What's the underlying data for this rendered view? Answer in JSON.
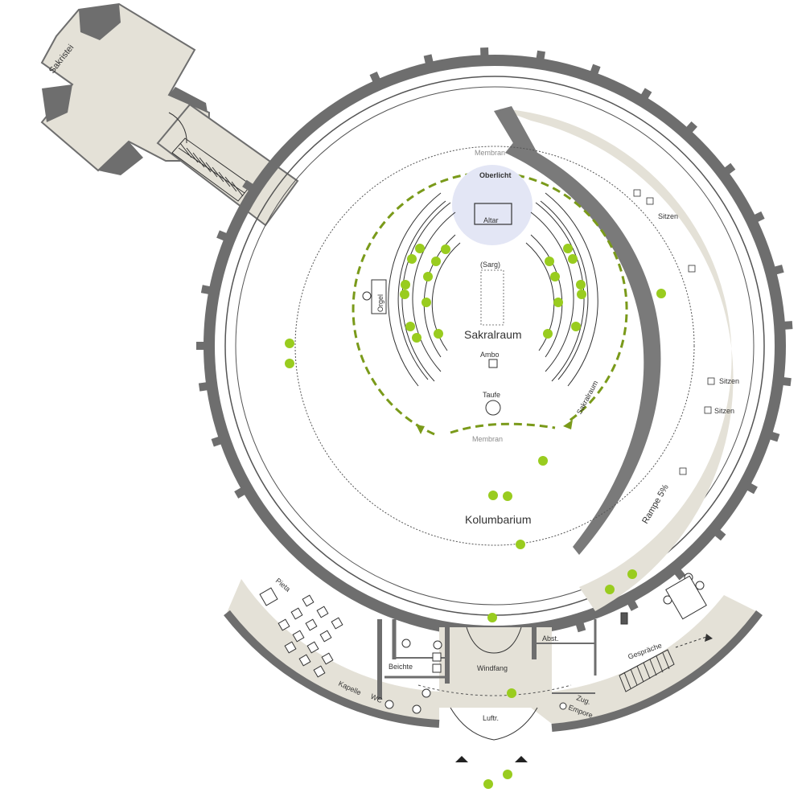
{
  "labels": {
    "sakristei": "Sakristei",
    "membran_top": "Membran",
    "membran_bottom": "Membran",
    "oberlicht": "Oberlicht",
    "altar": "Altar",
    "sarg": "(Sarg)",
    "orgel": "Orgel",
    "sakralraum": "Sakralraum",
    "ambo": "Ambo",
    "taufe": "Taufe",
    "sakralraum_curved": "Sakralraum",
    "kolumbarium": "Kolumbarium",
    "rampe": "Rampe 5%",
    "pieta": "Pieta",
    "beichte": "Beichte",
    "kapelle": "Kapelle",
    "wc": "WC",
    "windfang": "Windfang",
    "luftr": "Luftr.",
    "abst": "Abst.",
    "gesprache": "Gespräche",
    "zug_empore_1": "Zug.",
    "zug_empore_2": "Empore",
    "sitzen_1": "Sitzen",
    "sitzen_2": "Sitzen",
    "sitzen_3": "Sitzen"
  },
  "colors": {
    "wall": "#6e6e6e",
    "floor_fill": "#e4e1d7",
    "ramp_wall": "#7a7a7a",
    "green_dot": "#99cc1f",
    "dash_green": "#7a9a1a",
    "altar_halo": "#e3e6f5",
    "line": "#555555"
  }
}
